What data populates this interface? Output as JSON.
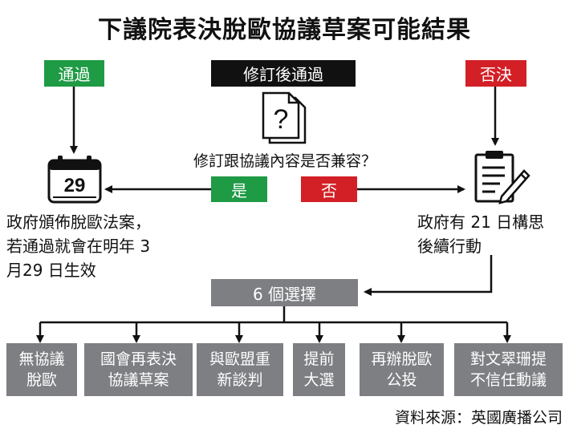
{
  "title": "下議院表決脫歐協議草案可能結果",
  "pass_label": "通過",
  "amend_label": "修訂後通過",
  "reject_label": "否決",
  "question": "修訂跟協議內容是否兼容？",
  "yes_label": "是",
  "no_label": "否",
  "calendar_day": "29",
  "document_icon_mark": "?",
  "pass_outcome": [
    "政府頒佈脫歐法案，",
    "若通過就會在明年 3",
    "月29 日生效"
  ],
  "reject_outcome": [
    "政府有 21 日構思",
    "後續行動"
  ],
  "options_header": "6 個選擇",
  "options": [
    [
      "無協議",
      "脫歐"
    ],
    [
      "國會再表決",
      "協議草案"
    ],
    [
      "與歐盟重",
      "新談判"
    ],
    [
      "提前",
      "大選"
    ],
    [
      "再辦脫歐",
      "公投"
    ],
    [
      "對文翠珊提",
      "不信任動議"
    ]
  ],
  "source": "資料來源：英國廣播公司",
  "colors": {
    "pass": "#1f9a45",
    "reject": "#d31f26",
    "amend": "#111111",
    "option": "#7d7f83"
  },
  "icons": [
    "calendar-icon",
    "document-question-icon",
    "clipboard-pen-icon"
  ]
}
